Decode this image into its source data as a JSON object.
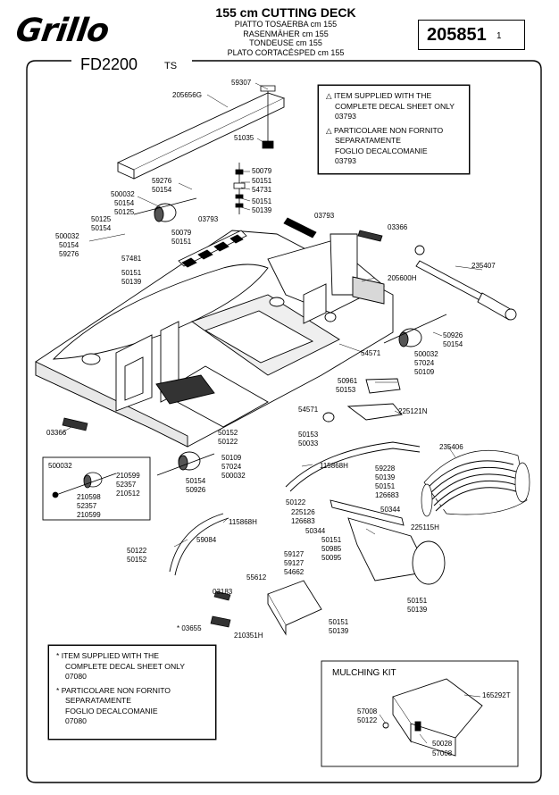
{
  "header": {
    "brand": "Grillo",
    "title": "155 cm CUTTING DECK",
    "translations": [
      "PIATTO TOSAERBA cm 155",
      "RASENMÄHER cm 155",
      "TONDEUSE cm 155",
      "PLATO CORTACÉSPED cm 155"
    ],
    "code": "205851",
    "page": "1",
    "model": "FD2200",
    "model_suffix": "TS"
  },
  "note_top": {
    "en_line1": "ITEM SUPPLIED WITH THE",
    "en_line2": "COMPLETE DECAL SHEET ONLY",
    "en_code": "03793",
    "it_line1": "PARTICOLARE NON FORNITO",
    "it_line2": "SEPARATAMENTE",
    "it_line3": "FOGLIO DECALCOMANIE",
    "it_code": "03793"
  },
  "note_bottom": {
    "en_line1": "ITEM SUPPLIED WITH THE",
    "en_line2": "COMPLETE DECAL SHEET ONLY",
    "en_code": "07080",
    "it_line1": "PARTICOLARE NON FORNITO",
    "it_line2": "SEPARATAMENTE",
    "it_line3": "FOGLIO DECALCOMANIE",
    "it_code": "07080"
  },
  "mulching_kit": {
    "title": "MULCHING KIT"
  },
  "parts": [
    "59307",
    "205656G",
    "51035",
    "50079",
    "50151",
    "54731",
    "50151",
    "50139",
    "59276",
    "50154",
    "500032",
    "50154",
    "50125",
    "03793",
    "03793",
    "03366",
    "50125",
    "50154",
    "50079",
    "50151",
    "500032",
    "50154",
    "59276",
    "57481",
    "50151",
    "50139",
    "235407",
    "205600H",
    "50926",
    "50154",
    "54571",
    "500032",
    "57024",
    "50109",
    "50961",
    "50153",
    "54571",
    "225121N",
    "03366",
    "50152",
    "50122",
    "50153",
    "50033",
    "235406",
    "115868H",
    "500032",
    "210599",
    "52357",
    "210512",
    "210598",
    "52357",
    "210599",
    "50109",
    "57024",
    "500032",
    "50154",
    "50926",
    "59228",
    "50139",
    "50151",
    "126683",
    "50122",
    "225126",
    "126683",
    "50344",
    "50344",
    "225115H",
    "115868H",
    "59084",
    "50151",
    "50985",
    "50095",
    "50122",
    "50152",
    "59127",
    "59127",
    "54662",
    "55612",
    "03183",
    "50151",
    "50139",
    "50151",
    "50139",
    "* 03655",
    "210351H",
    "165292T",
    "57008",
    "50122",
    "50028",
    "57008"
  ]
}
